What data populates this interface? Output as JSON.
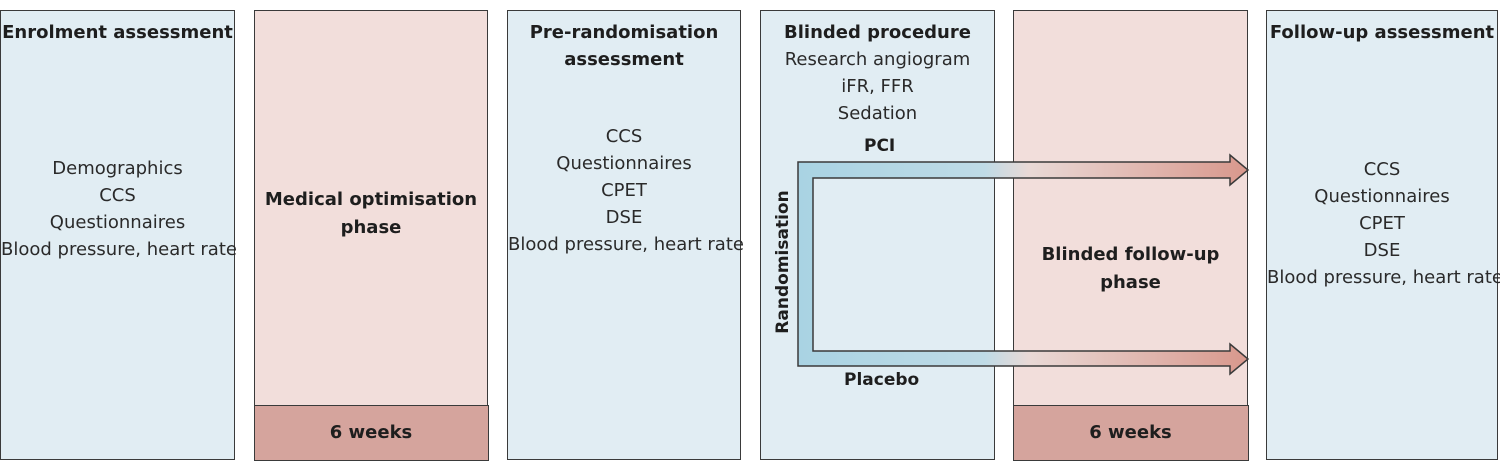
{
  "enrolment": {
    "title": "Enrolment assessment",
    "items": [
      "Demographics",
      "CCS",
      "Questionnaires",
      "Blood pressure, heart rate"
    ]
  },
  "medical_phase": {
    "label_lines": [
      "Medical optimisation",
      "phase"
    ],
    "duration": "6 weeks"
  },
  "pre_randomisation": {
    "title_lines": [
      "Pre-randomisation",
      "assessment"
    ],
    "items": [
      "CCS",
      "Questionnaires",
      "CPET",
      "DSE",
      "Blood pressure, heart rate"
    ]
  },
  "blinded_procedure": {
    "title": "Blinded procedure",
    "items": [
      "Research angiogram",
      "iFR, FFR",
      "Sedation"
    ],
    "randomisation_label": "Randomisation",
    "arm_pci": "PCI",
    "arm_placebo": "Placebo"
  },
  "followup_phase": {
    "label_lines": [
      "Blinded follow-up",
      "phase"
    ],
    "duration": "6 weeks"
  },
  "followup_assessment": {
    "title": "Follow-up assessment",
    "items": [
      "CCS",
      "Questionnaires",
      "CPET",
      "DSE",
      "Blood pressure, heart rate"
    ]
  },
  "colors": {
    "assessment_fill": "#e1edf3",
    "phase_fill": "#f2dedb",
    "duration_fill": "#d5a49d",
    "arrow_start": "#a9d3e3",
    "arrow_end": "#d99a8f"
  }
}
